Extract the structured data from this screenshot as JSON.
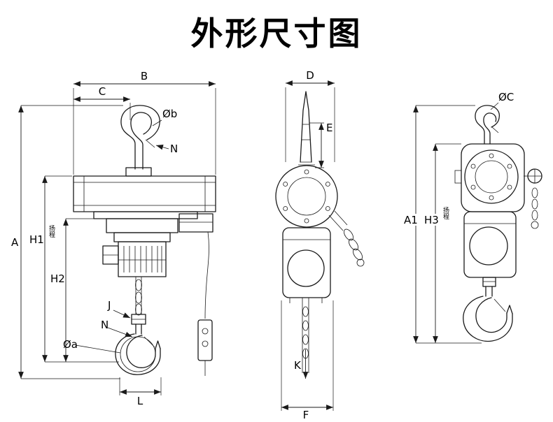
{
  "title": "外形尺寸图",
  "colors": {
    "line": "#1a1a1a",
    "background": "#ffffff"
  },
  "views": {
    "front": {
      "dims": {
        "B": "B",
        "C": "C",
        "phi_b": "Øb",
        "n_top": "N",
        "A": "A",
        "H1": "H1",
        "H2": "H2",
        "J": "J",
        "n_bottom": "N",
        "phi_a": "Øa",
        "L": "L"
      },
      "note": "扬程"
    },
    "side": {
      "dims": {
        "D": "D",
        "E": "E",
        "K": "K",
        "F": "F"
      }
    },
    "right": {
      "dims": {
        "phi_c": "ØC",
        "A1": "A1",
        "H3": "H3"
      },
      "note": "扬程"
    }
  }
}
